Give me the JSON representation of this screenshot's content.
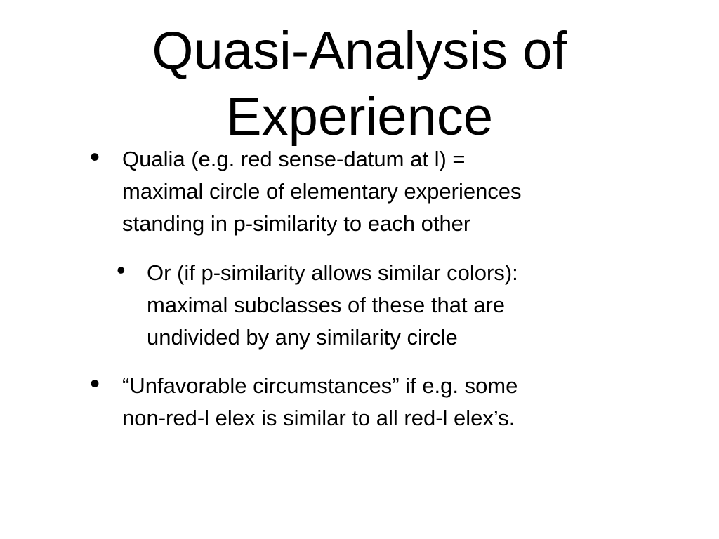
{
  "slide": {
    "title_line1": "Quasi-Analysis of",
    "title_line2": "Experience",
    "bullets": [
      {
        "symbol": "•",
        "lines": [
          "Qualia (e.g. red sense-datum at l) =",
          "maximal circle of elementary experiences",
          "standing in p-similarity to each other"
        ]
      },
      {
        "symbol": "•",
        "lines": [
          "Or (if p-similarity allows similar colors):",
          "maximal subclasses of these that are",
          "undivided by any similarity circle"
        ]
      },
      {
        "symbol": "•",
        "lines": [
          "“Unfavorable circumstances” if e.g. some",
          "non-red-l elex is similar to all red-l elex’s."
        ]
      }
    ]
  }
}
